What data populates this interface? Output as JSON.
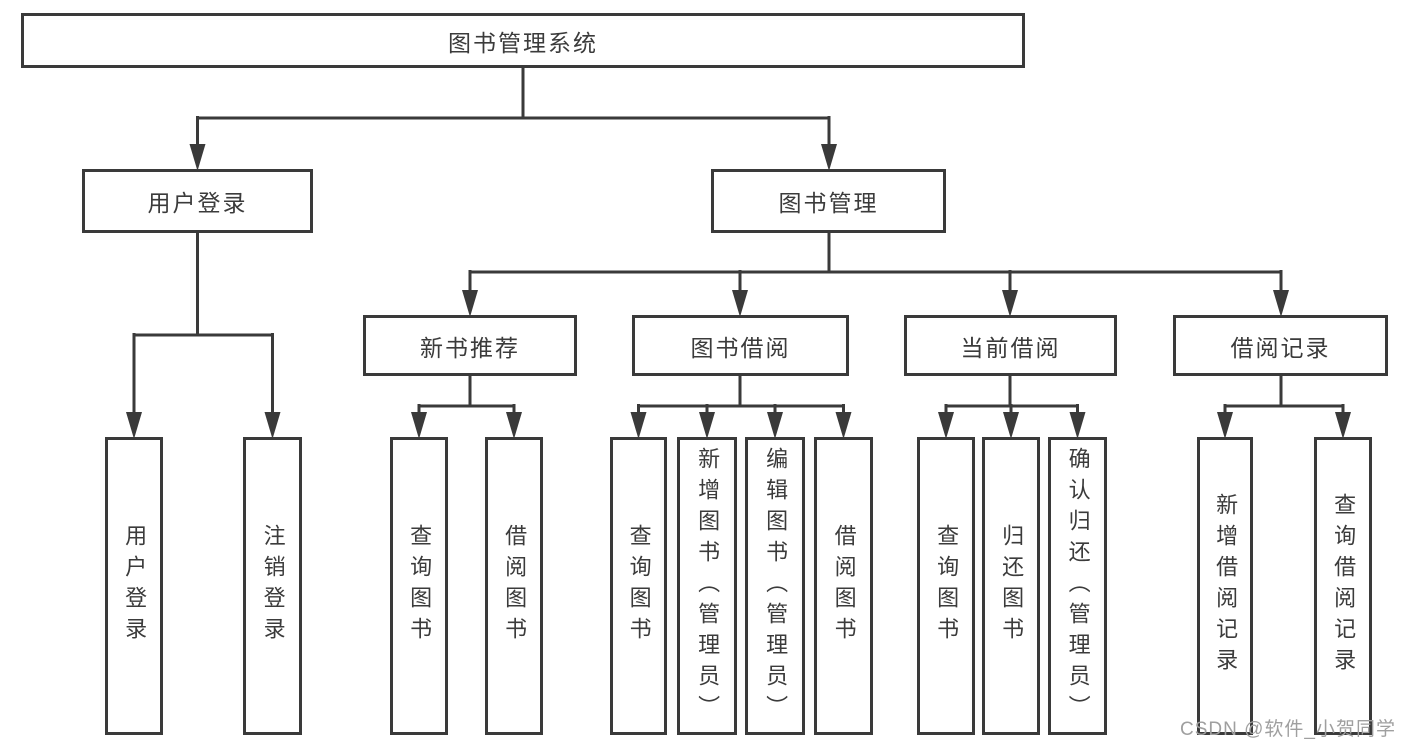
{
  "diagram": {
    "root": {
      "label": "图书管理系统"
    },
    "level2": {
      "user_login": {
        "label": "用户登录"
      },
      "book_mgmt": {
        "label": "图书管理"
      }
    },
    "level3": {
      "new_books": {
        "label": "新书推荐"
      },
      "book_borrow": {
        "label": "图书借阅"
      },
      "current_borrow": {
        "label": "当前借阅"
      },
      "borrow_records": {
        "label": "借阅记录"
      }
    },
    "leaves": {
      "user_login": [
        "用户登录",
        "注销登录"
      ],
      "new_books": [
        "查询图书",
        "借阅图书"
      ],
      "book_borrow": [
        "查询图书",
        "新增图书（管理员）",
        "编辑图书（管理员）",
        "借阅图书"
      ],
      "current_borrow": [
        "查询图书",
        "归还图书",
        "确认归还（管理员）"
      ],
      "borrow_records": [
        "新增借阅记录",
        "查询借阅记录"
      ]
    },
    "watermark": "CSDN @软件_小贺同学",
    "colors": {
      "line": "#3a3a3a",
      "text": "#3b3b3b",
      "box_background": "#ffffff",
      "watermark_text": "#9f9f9f",
      "page_background": "#ffffff"
    }
  }
}
